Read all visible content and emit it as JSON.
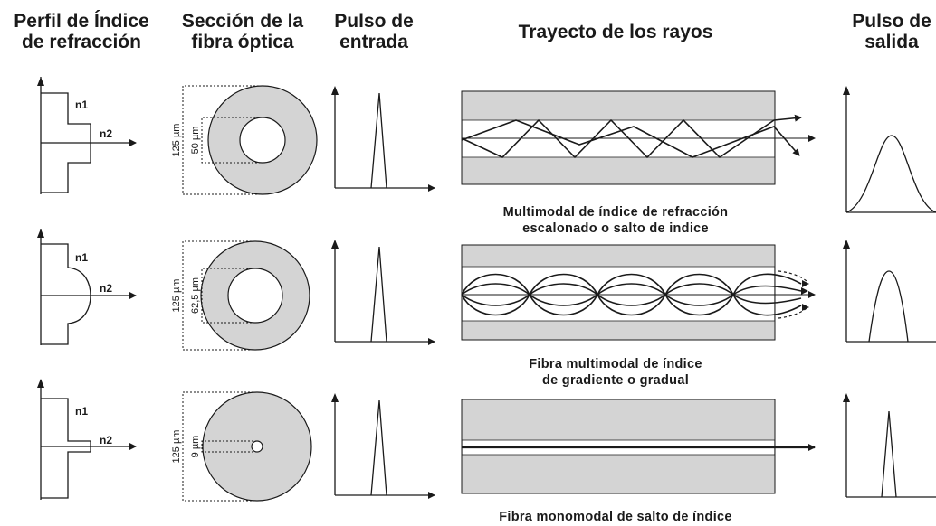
{
  "headers": {
    "profile": [
      "Perfil de Índice",
      "de refracción"
    ],
    "section": [
      "Sección de la",
      "fibra óptica"
    ],
    "input": [
      "Pulso de",
      "entrada"
    ],
    "path": [
      "Trayecto de los rayos"
    ],
    "output": [
      "Pulso de",
      "salida"
    ]
  },
  "rows": [
    {
      "caption": [
        "Multimodal de índice de refracción",
        "escalonado o salto de indice"
      ],
      "n1": "n1",
      "n2": "n2",
      "outer_diameter": "125 µm",
      "core_diameter": "50 µm"
    },
    {
      "caption": [
        "Fibra multimodal de índice",
        "de gradiente o gradual"
      ],
      "n1": "n1",
      "n2": "n2",
      "outer_diameter": "125 µm",
      "core_diameter": "62,5 µm"
    },
    {
      "caption": [
        "Fibra monomodal de salto de índice"
      ],
      "n1": "n1",
      "n2": "n2",
      "outer_diameter": "125 µm",
      "core_diameter": "9 µm"
    }
  ],
  "colors": {
    "cladding": "#d4d4d4",
    "line": "#1a1a1a",
    "background": "#ffffff"
  }
}
